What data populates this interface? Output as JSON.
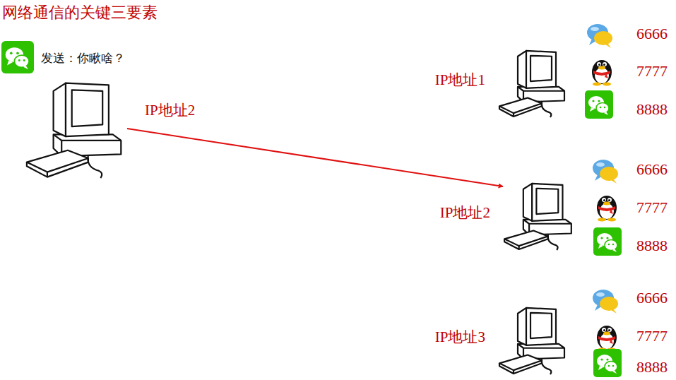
{
  "diagram": {
    "title": "网络通信的关键三要素",
    "nodes": [
      {
        "text": [
          "发送：你瞅啥？"
        ]
      },
      {
        "text": [
          "IP地址1"
        ]
      },
      {
        "text": [
          "IP地址2"
        ]
      },
      {
        "text": [
          "IP地址3"
        ]
      }
    ],
    "edges": [
      {
        "from": 0,
        "to": 2,
        "arrow": "to",
        "label": "IP地址2"
      }
    ],
    "labels": [
      "6666",
      "7777",
      "8888",
      "6666",
      "7777",
      "8888",
      "6666",
      "7777",
      "8888"
    ]
  }
}
